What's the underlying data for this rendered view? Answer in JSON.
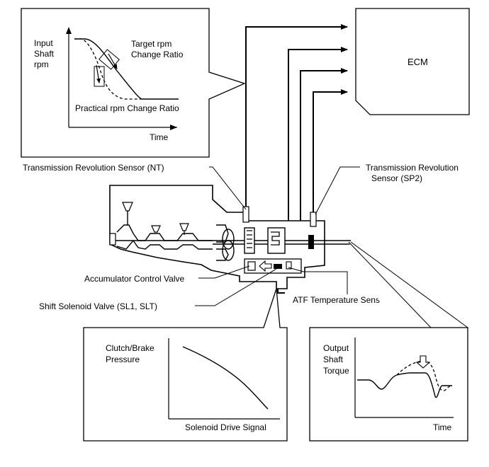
{
  "ecm": {
    "label": "ECM"
  },
  "top_graph": {
    "y_label": [
      "Input",
      "Shaft",
      "rpm"
    ],
    "target_label": [
      "Target rpm",
      "Change Ratio"
    ],
    "practical_label": "Practical rpm Change Ratio",
    "x_label": "Time"
  },
  "sensors": {
    "nt": "Transmission Revolution Sensor (NT)",
    "sp2": [
      "Transmission Revolution",
      "Sensor (SP2)"
    ],
    "accumulator": "Accumulator Control Valve",
    "shift_solenoid": "Shift Solenoid Valve (SL1, SLT)",
    "atf_temp": "ATF Temperature Sensor"
  },
  "pressure_graph": {
    "y_label": [
      "Clutch/Brake",
      "Pressure"
    ],
    "x_label": "Solenoid Drive Signal"
  },
  "torque_graph": {
    "y_label": [
      "Output",
      "Shaft",
      "Torque"
    ],
    "x_label": "Time"
  }
}
